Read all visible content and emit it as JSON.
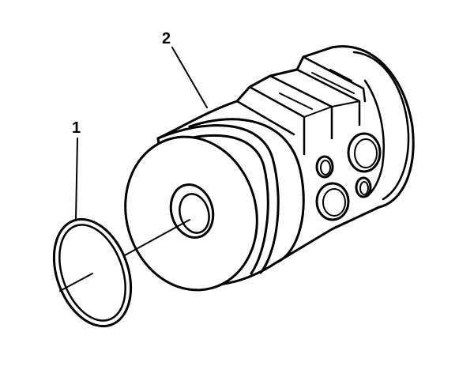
{
  "callouts": [
    {
      "id": "ring",
      "label": "1"
    },
    {
      "id": "piston",
      "label": "2"
    }
  ],
  "colors": {
    "stroke": "#000000",
    "background": "#ffffff"
  }
}
